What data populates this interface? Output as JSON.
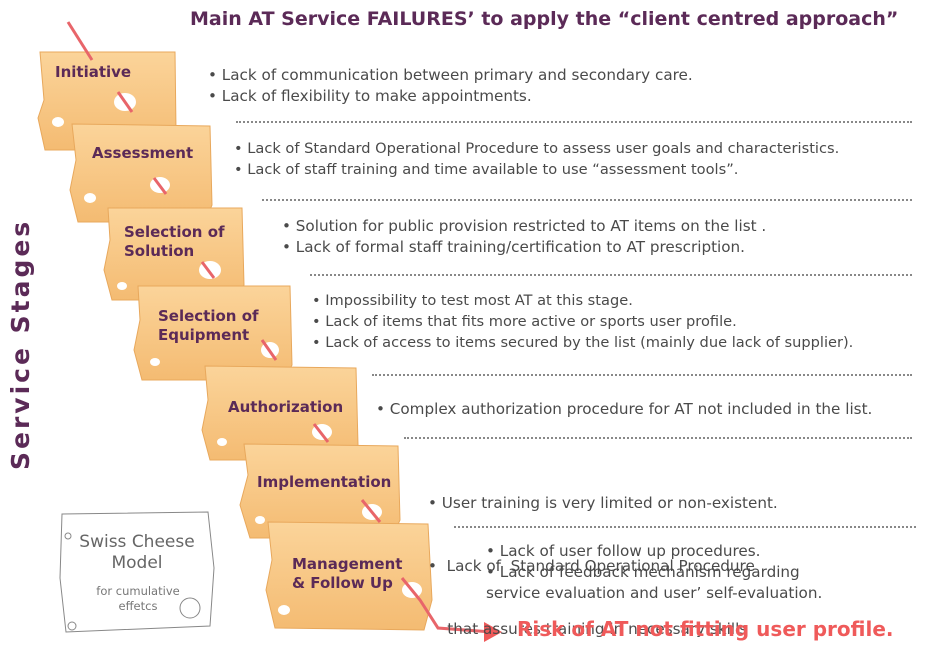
{
  "title": "Main AT Service FAILURES’ to apply the “client centred approach”",
  "side_label": "Service Stages",
  "stages": [
    {
      "label": "Initiative",
      "bullets": [
        "• Lack of communication between primary and secondary care.",
        "• Lack of flexibility to make appointments."
      ]
    },
    {
      "label": "Assessment",
      "bullets": [
        "• Lack of Standard Operational Procedure to assess user goals and characteristics.",
        "• Lack of staff training and time available to use “assessment tools”."
      ]
    },
    {
      "label": "Selection of Solution",
      "bullets": [
        "• Solution for public provision restricted to AT items on the list .",
        "• Lack of formal staff training/certification to AT prescription."
      ]
    },
    {
      "label": "Selection of Equipment",
      "bullets": [
        "• Impossibility to test most AT at this stage.",
        "• Lack of items that fits more active or sports user profile.",
        "• Lack of access to items secured by the list (mainly due lack of supplier)."
      ]
    },
    {
      "label": "Authorization",
      "bullets": [
        "•  Complex authorization procedure for  AT not included in the list."
      ]
    },
    {
      "label": "Implementation",
      "bullets": [
        "• User training is very limited or non-existent.",
        "•  Lack of  Standard Operational Procedure",
        "    that assures training in necessary skills"
      ]
    },
    {
      "label": "Management & Follow Up",
      "bullets": [
        "• Lack of user follow up procedures.",
        "•  Lack of feedback mechanism regarding",
        "service evaluation  and user’ self-evaluation."
      ]
    }
  ],
  "risk_text": "Risk of AT not fitting user profile.",
  "swiss": {
    "title": "Swiss Cheese Model",
    "subtitle": "for cumulative effetcs"
  },
  "colors": {
    "cheese": "#f9c989",
    "cheese_edge": "#e8a85c",
    "title": "#5b2a57",
    "risk": "#ef5a5a",
    "arrow": "#e8656a"
  }
}
